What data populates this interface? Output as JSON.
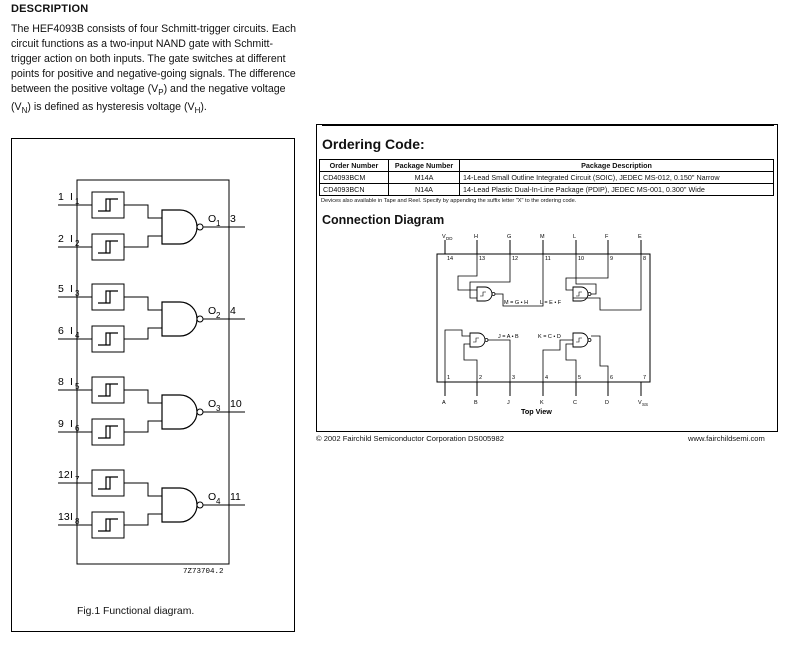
{
  "description": {
    "title": "DESCRIPTION",
    "body": "The HEF4093B consists of four Schmitt-trigger circuits. Each circuit functions as a two-input NAND gate with Schmitt-trigger action on both inputs. The gate switches at different points for positive and negative-going signals. The difference between the positive voltage (VP) and the negative voltage (VN) is defined as hysteresis voltage (VH)."
  },
  "functional_diagram": {
    "caption": "Fig.1  Functional diagram.",
    "code": "7Z73704.2",
    "gates": [
      {
        "in_a_pin": "1",
        "in_a_label": "I",
        "in_a_sub": "1",
        "in_b_pin": "2",
        "in_b_label": "I",
        "in_b_sub": "2",
        "out_label": "O",
        "out_sub": "1",
        "out_pin": "3"
      },
      {
        "in_a_pin": "5",
        "in_a_label": "I",
        "in_a_sub": "3",
        "in_b_pin": "6",
        "in_b_label": "I",
        "in_b_sub": "4",
        "out_label": "O",
        "out_sub": "2",
        "out_pin": "4"
      },
      {
        "in_a_pin": "8",
        "in_a_label": "I",
        "in_a_sub": "5",
        "in_b_pin": "9",
        "in_b_label": "I",
        "in_b_sub": "6",
        "out_label": "O",
        "out_sub": "3",
        "out_pin": "10"
      },
      {
        "in_a_pin": "12",
        "in_a_label": "I",
        "in_a_sub": "7",
        "in_b_pin": "13",
        "in_b_label": "I",
        "in_b_sub": "8",
        "out_label": "O",
        "out_sub": "4",
        "out_pin": "11"
      }
    ]
  },
  "ordering": {
    "title": "Ordering Code:",
    "headers": [
      "Order Number",
      "Package Number",
      "Package Description"
    ],
    "rows": [
      [
        "CD4093BCM",
        "M14A",
        "14-Lead Small Outline Integrated Circuit (SOIC), JEDEC MS-012, 0.150\" Narrow"
      ],
      [
        "CD4093BCN",
        "N14A",
        "14-Lead Plastic Dual-In-Line Package (PDIP), JEDEC MS-001, 0.300\" Wide"
      ]
    ],
    "note": "Devices also available in Tape and Reel. Specify by appending the suffix letter \"X\" to the ordering code."
  },
  "connection_diagram": {
    "title": "Connection Diagram",
    "top_pins": [
      {
        "num": "14",
        "label": "VDD"
      },
      {
        "num": "13",
        "label": "H"
      },
      {
        "num": "12",
        "label": "G"
      },
      {
        "num": "11",
        "label": "M"
      },
      {
        "num": "10",
        "label": "L"
      },
      {
        "num": "9",
        "label": "F"
      },
      {
        "num": "8",
        "label": "E"
      }
    ],
    "bottom_pins": [
      {
        "num": "1",
        "label": "A"
      },
      {
        "num": "2",
        "label": "B"
      },
      {
        "num": "3",
        "label": "J"
      },
      {
        "num": "4",
        "label": "K"
      },
      {
        "num": "5",
        "label": "C"
      },
      {
        "num": "6",
        "label": "D"
      },
      {
        "num": "7",
        "label": "VSS"
      }
    ],
    "equations": [
      "M = G • H",
      "L = E • F",
      "J = A • B",
      "K = C • D"
    ],
    "view_label": "Top View"
  },
  "footer": {
    "left": "© 2002 Fairchild Semiconductor Corporation      DS005982",
    "right": "www.fairchildsemi.com"
  }
}
